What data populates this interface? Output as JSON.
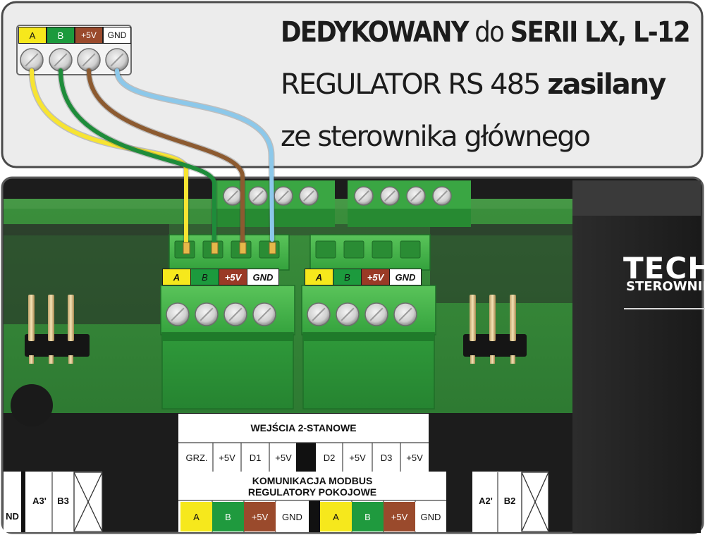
{
  "headline": {
    "line1_bold": "DEDYKOWANY",
    "line1_mid": "do",
    "line1_end": "SERII LX, L-12",
    "line2_a": "REGULATOR",
    "line2_b": "RS 485",
    "line2_c": "zasilany",
    "line3": "ze sterownika głównego"
  },
  "top_connector": {
    "labels": [
      "A",
      "B",
      "+5V",
      "GND"
    ],
    "label_colors": [
      "#f6e81c",
      "#1c9a3d",
      "#9a4a2c",
      "#ffffff"
    ]
  },
  "wire_colors": {
    "A": "#f7e432",
    "B": "#1e8c3a",
    "+5V": "#8c5a30",
    "GND": "#8cc8ea"
  },
  "terminal_blocks": [
    {
      "labels": [
        "A",
        "B",
        "+5V",
        "GND"
      ]
    },
    {
      "labels": [
        "A",
        "B",
        "+5V",
        "GND"
      ]
    }
  ],
  "brand": {
    "name": "TECH",
    "sub": "STEROWNIKI"
  },
  "panel": {
    "inputs_title": "WEJŚCIA 2-STANOWE",
    "inputs": [
      "GRZ.",
      "+5V",
      "D1",
      "+5V",
      "D2",
      "+5V",
      "D3",
      "+5V"
    ],
    "comm_title_1": "KOMUNIKACJA MODBUS",
    "comm_title_2": "REGULATORY POKOJOWE",
    "comm_labels": [
      "A",
      "B",
      "+5V",
      "GND",
      "A",
      "B",
      "+5V",
      "GND"
    ],
    "left_labels": [
      "ND",
      "A3'",
      "B3"
    ],
    "right_labels": [
      "A2'",
      "B2"
    ]
  }
}
